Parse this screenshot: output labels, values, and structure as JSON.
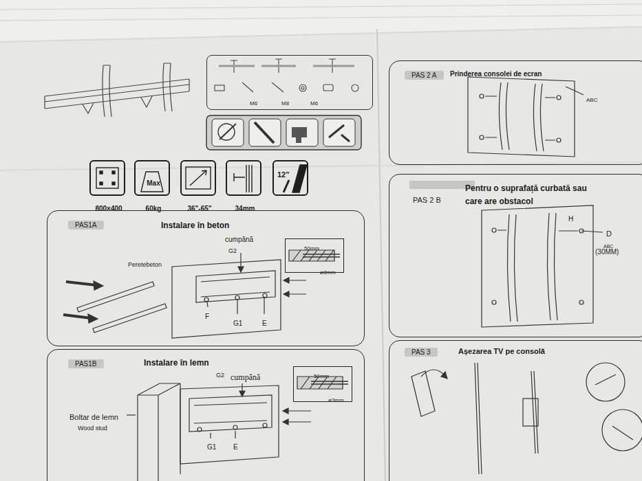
{
  "diagram": {
    "nodes": [
      {
        "text": [
          "M6",
          "M8",
          "M6"
        ]
      },
      {
        "text": [
          "800×400"
        ]
      },
      {
        "text": [
          "Max",
          "60kg"
        ]
      },
      {
        "text": [
          "36\"-65\""
        ]
      },
      {
        "text": [
          "34mm"
        ]
      },
      {
        "text": [
          "12\""
        ]
      },
      {
        "text": [
          "PAS 2 A",
          "Prinderea consolei de ecran"
        ]
      },
      {
        "text": [
          "PAS 2 B",
          "Pentru o suprafață curbată sau care are obstacol"
        ]
      },
      {
        "text": [
          "PAS1A",
          "Instalare în beton"
        ]
      },
      {
        "text": [
          "50mm",
          "ø8mm"
        ],
        "in": 8
      },
      {
        "text": [
          "PAS1B",
          "Instalare în lemn"
        ]
      },
      {
        "text": [
          "50mm",
          "ø3mm"
        ],
        "in": 10
      },
      {
        "text": [
          "PAS 3",
          "Așezarea TV pe consolă"
        ]
      }
    ],
    "labels": [
      "cumpănă",
      "G2",
      "Peretebeton",
      "F",
      "G1",
      "E",
      "G2",
      "cumpănă",
      "Boltar de lemn",
      "Wood stud",
      "G1",
      "E",
      "ABC",
      "H",
      "D",
      "ABC",
      "(30MM)"
    ]
  }
}
